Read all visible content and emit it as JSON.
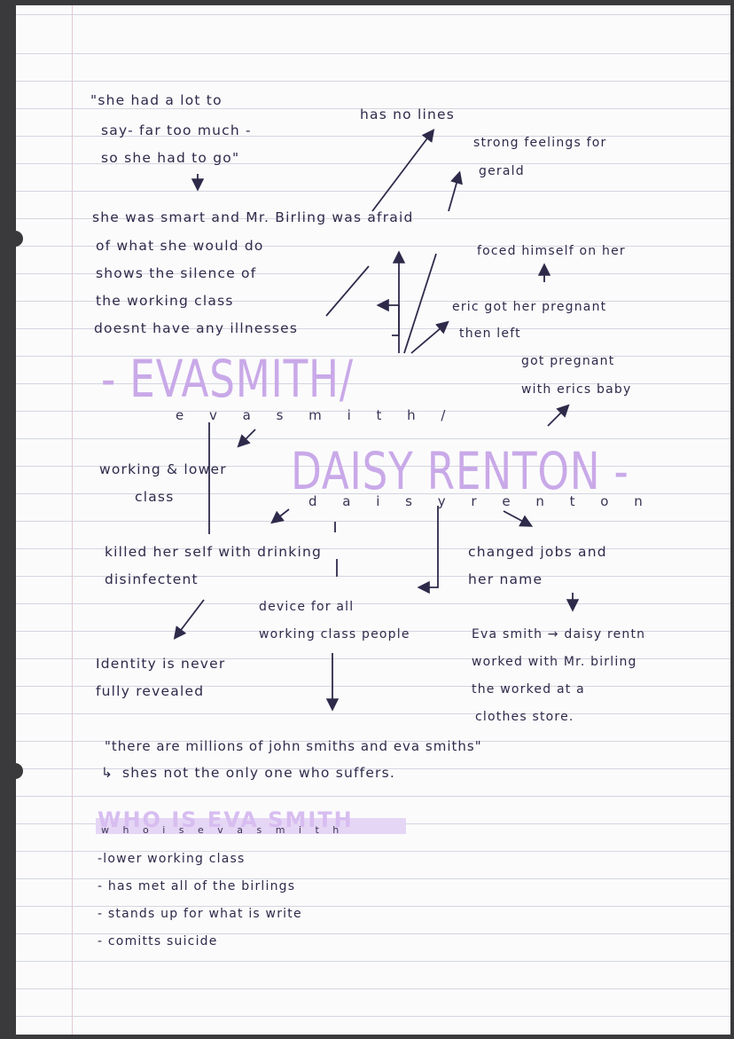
{
  "notes": {
    "quote_top": [
      "\"she had a lot to",
      "say- far too much -",
      "so she had to go\""
    ],
    "no_lines": "has no lines",
    "feelings": [
      "strong feelings for",
      "gerald"
    ],
    "smart": "she was smart and Mr. Birling was afraid",
    "smart2": "of what she would do",
    "forced": "foced himself on her",
    "silence": [
      "shows the silence of",
      "the working class"
    ],
    "illnesses": "doesnt have any illnesses",
    "eric": [
      "eric got her pregnant",
      "then left"
    ],
    "pregnant": [
      "got pregnant",
      "with erics baby"
    ],
    "title_eva": "- EVASMITH/",
    "eva_spelled": "e v a s m i t h /",
    "title_daisy": "DAISY RENTON -",
    "daisy_spelled": "d a i s y  r e n t o n",
    "working": [
      "working & lower",
      "class"
    ],
    "killed": [
      "killed her self with drinking",
      "disinfectent"
    ],
    "changed": [
      "changed jobs and",
      "her name"
    ],
    "device": [
      "device for all",
      "working class people"
    ],
    "eva_daisy": "Eva smith → daisy rentn",
    "worked": [
      "worked with Mr. birling",
      "the worked at a",
      "clothes store."
    ],
    "identity": [
      "Identity is never",
      "fully revealed"
    ],
    "quote_bottom": "\"there are millions of john smiths and eva smiths\"",
    "not_only": "shes not the only one who suffers.",
    "who_title": "WHO IS EVA SMITH",
    "who_spelled": "w h o  i s  e v a  s m i t h",
    "bullets": [
      "-lower working class",
      "- has met all of the birlings",
      "- stands up for what is write",
      "- comitts suicide"
    ]
  }
}
